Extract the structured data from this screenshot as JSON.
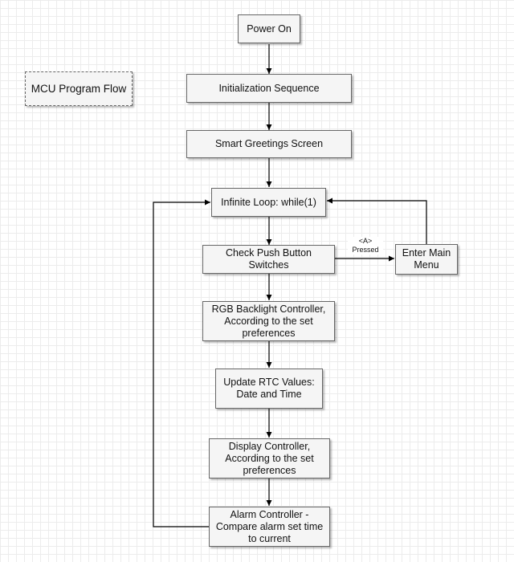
{
  "diagram": {
    "title_box": "MCU Program Flow",
    "nodes": {
      "power_on": "Power On",
      "init": "Initialization Sequence",
      "greetings": "Smart Greetings Screen",
      "loop": "Infinite Loop: while(1)",
      "check_buttons": "Check Push Button Switches",
      "main_menu": "Enter Main\nMenu",
      "rgb": "RGB Backlight Controller,\nAccording to the set\npreferences",
      "rtc": "Update RTC Values:\nDate and Time",
      "display": "Display Controller,\nAccording to the set\npreferences",
      "alarm": "Alarm Controller -\nCompare alarm set time\nto current"
    },
    "edge_labels": {
      "pressed_key": "<A>",
      "pressed_word": "Pressed"
    }
  }
}
